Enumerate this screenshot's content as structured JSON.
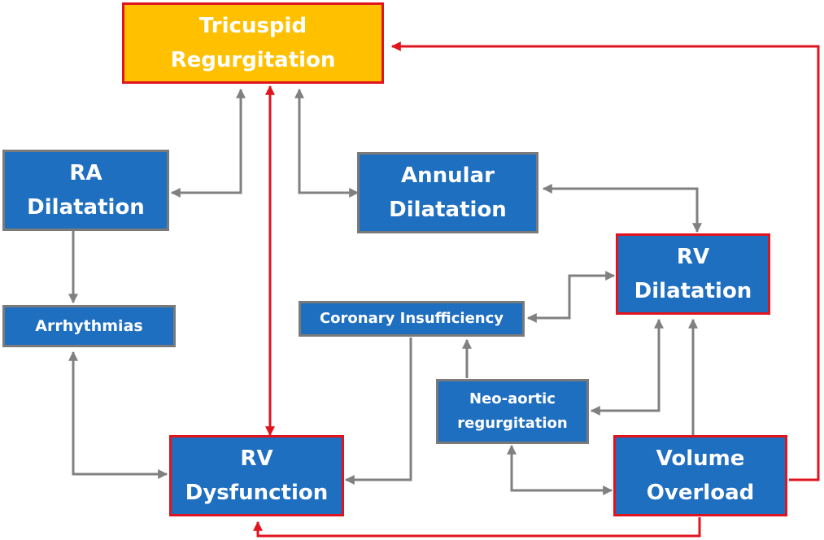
{
  "nodes": {
    "tricuspid_regurgitation": {
      "line1": "Tricuspid",
      "line2": "Regurgitation"
    },
    "ra_dilatation": {
      "line1": "RA",
      "line2": "Dilatation"
    },
    "annular_dilatation": {
      "line1": "Annular",
      "line2": "Dilatation"
    },
    "rv_dilatation": {
      "line1": "RV",
      "line2": "Dilatation"
    },
    "arrhythmias": {
      "label": "Arrhythmias"
    },
    "coronary_insufficiency": {
      "label": "Coronary Insufficiency"
    },
    "neo_aortic_regurgitation": {
      "line1": "Neo-aortic",
      "line2": "regurgitation"
    },
    "rv_dysfunction": {
      "line1": "RV",
      "line2": "Dysfunction"
    },
    "volume_overload": {
      "line1": "Volume",
      "line2": "Overload"
    }
  },
  "colors": {
    "box_fill": "#1F6FC0",
    "highlight_fill": "#FFC000",
    "gray_connector": "#808080",
    "red_connector": "#E0141E"
  }
}
